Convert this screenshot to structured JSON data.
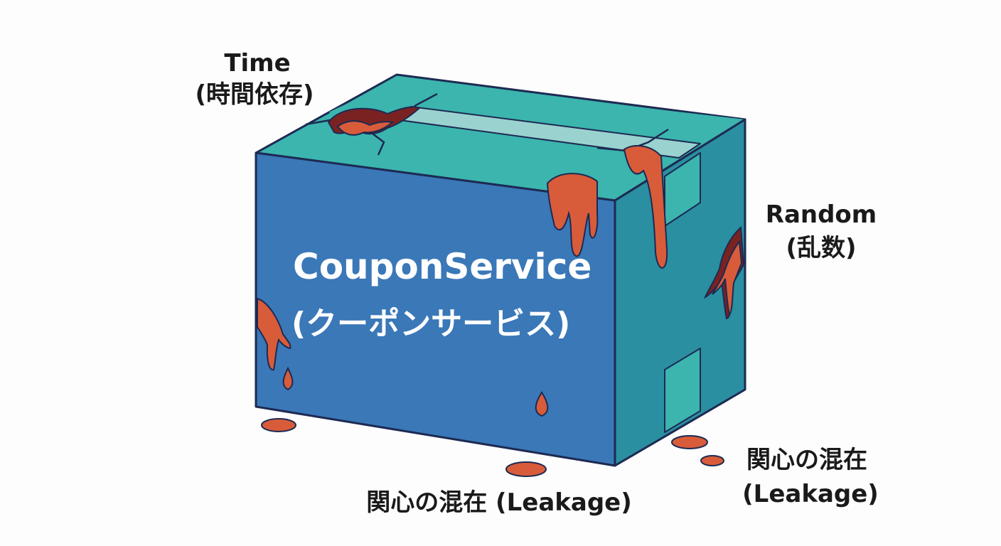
{
  "box": {
    "title": "CouponService",
    "subtitle": "(クーポンサービス)"
  },
  "labels": {
    "time": {
      "line1": "Time",
      "line2": "(時間依存)"
    },
    "random": {
      "line1": "Random",
      "line2": "(乱数)"
    },
    "leakage_right": {
      "line1": "関心の混在",
      "line2": "(Leakage)"
    },
    "leakage_bottom": {
      "line1": "関心の混在 (Leakage)"
    }
  },
  "colors": {
    "front_face": "#3a78b8",
    "top_face": "#3bb5ae",
    "side_face": "#2a8fa0",
    "outline": "#1d2a52",
    "leak": "#d95c3a",
    "leak_dark": "#7a2222",
    "tape": "#9ad2cf"
  }
}
